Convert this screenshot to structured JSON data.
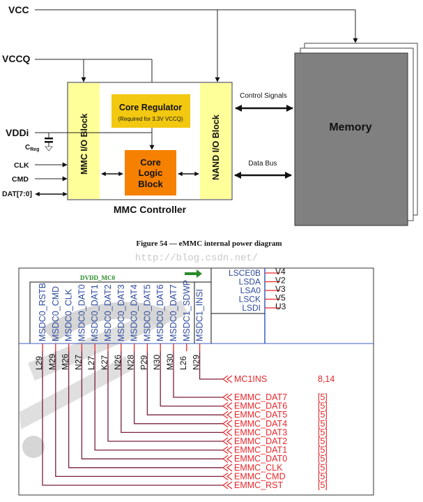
{
  "power_diagram": {
    "supplies": {
      "vcc": "VCC",
      "vccq": "VCCQ",
      "vddi": "VDDi",
      "creg_main": "C",
      "creg_sub": "Reg"
    },
    "inputs": {
      "clk": "CLK",
      "cmd": "CMD",
      "dat": "DAT[7:0]"
    },
    "blocks": {
      "mmc_io": "MMC I/O Block",
      "nand_io": "NAND I/O Block",
      "core_regulator": "Core Regulator",
      "core_regulator_note": "(Required for 3.3V VCCQ)",
      "core_logic_lines": [
        "Core",
        "Logic",
        "Block"
      ],
      "memory": "Memory",
      "controller": "MMC Controller"
    },
    "buses": {
      "control": "Control Signals",
      "data": "Data Bus"
    },
    "colors": {
      "io_block": "#FFFF99",
      "core_regulator": "#F2C811",
      "core_logic": "#F68000",
      "memory": "#808080"
    },
    "caption": "Figure 54 — eMMC internal power diagram",
    "watermark": "http://blog.csdn.net/"
  },
  "schematic": {
    "power_net": "DVDD_MC0",
    "pins": [
      {
        "name": "MSDC0_RSTB",
        "ball": "L29",
        "net": "EMMC_RST",
        "ref": "[5]"
      },
      {
        "name": "MSDC0_CMD",
        "ball": "M29",
        "net": "EMMC_CMD",
        "ref": "[5]"
      },
      {
        "name": "MSDC0_CLK",
        "ball": "M26",
        "net": "EMMC_CLK",
        "ref": "[5]"
      },
      {
        "name": "MSDC0_DAT0",
        "ball": "N27",
        "net": "EMMC_DAT0",
        "ref": "[5]"
      },
      {
        "name": "MSDC0_DAT1",
        "ball": "L27",
        "net": "EMMC_DAT1",
        "ref": "[5]"
      },
      {
        "name": "MSDC0_DAT2",
        "ball": "K27",
        "net": "EMMC_DAT2",
        "ref": "[5]"
      },
      {
        "name": "MSDC0_DAT3",
        "ball": "N26",
        "net": "EMMC_DAT3",
        "ref": "[5]"
      },
      {
        "name": "MSDC0_DAT4",
        "ball": "N28",
        "net": "EMMC_DAT4",
        "ref": "[5]"
      },
      {
        "name": "MSDC0_DAT5",
        "ball": "P29",
        "net": "EMMC_DAT5",
        "ref": "[5]"
      },
      {
        "name": "MSDC0_DAT6",
        "ball": "N30",
        "net": "EMMC_DAT6",
        "ref": "[5]"
      },
      {
        "name": "MSDC0_DAT7",
        "ball": "M30",
        "net": "EMMC_DAT7",
        "ref": "[5]"
      },
      {
        "name": "MSDC1_SDWP",
        "ball": "L26",
        "net": "",
        "ref": ""
      },
      {
        "name": "MSDC1_INSI",
        "ball": "N29",
        "net": "MC1INS",
        "ref": "8,14"
      }
    ],
    "ls_pins": [
      {
        "name": "LSCE0B",
        "ball": "V4"
      },
      {
        "name": "LSDA",
        "ball": "V2"
      },
      {
        "name": "LSA0",
        "ball": "V3"
      },
      {
        "name": "LSCK",
        "ball": "V5"
      },
      {
        "name": "LSDI",
        "ball": "U3"
      }
    ]
  }
}
